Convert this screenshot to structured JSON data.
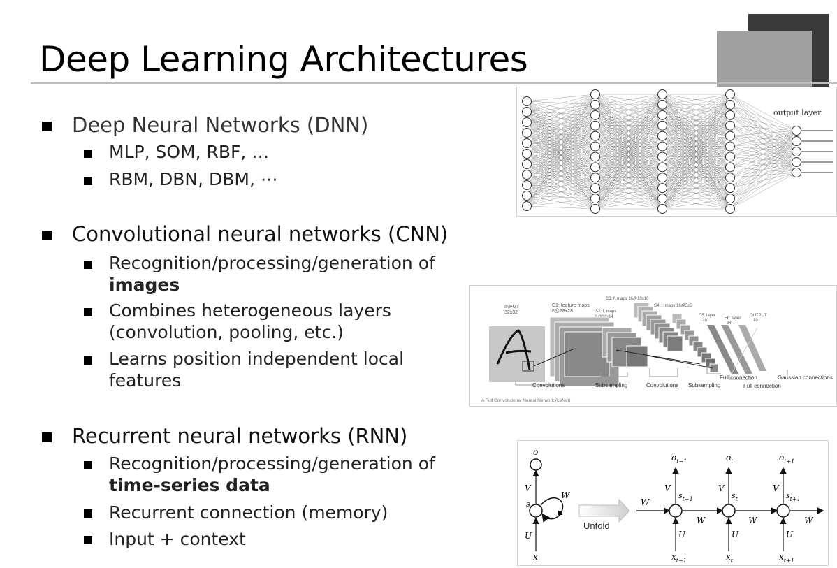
{
  "slide": {
    "title": "Deep Learning Architectures"
  },
  "sections": [
    {
      "heading": "Deep Neural Networks (DNN)",
      "items": [
        "MLP, SOM, RBF, …",
        "RBM, DBN, DBM, ⋯"
      ]
    },
    {
      "heading": "Convolutional neural networks (CNN)",
      "items": [
        {
          "line1": "Recognition/processing/generation of",
          "line2": "images"
        },
        {
          "line1": "Combines heterogeneous layers",
          "line2": "(convolution, pooling, etc.)"
        },
        {
          "line1": "Learns position independent local",
          "line2": "features"
        }
      ]
    },
    {
      "heading": "Recurrent neural networks (RNN)",
      "items": [
        {
          "line1": "Recognition/processing/generation of",
          "line2": "time-series data"
        },
        {
          "line1": "Recurrent connection (memory)"
        },
        {
          "line1": "Input + context"
        }
      ]
    }
  ],
  "figures": {
    "dnn": {
      "output_label": "output layer"
    },
    "cnn": {
      "input": "INPUT",
      "input_size": "32x32",
      "c1": "C1: feature maps",
      "c1_size": "6@28x28",
      "s2": "S2: f. maps",
      "s2_size": "6@14x14",
      "c3": "C3: f. maps 16@10x10",
      "s4": "S4: f. maps 16@5x5",
      "c5": "C5: layer",
      "c5_size": "120",
      "f6": "F6: layer",
      "f6_size": "84",
      "output": "OUTPUT",
      "output_size": "10",
      "convolutions_1": "Convolutions",
      "subsampling_1": "Subsampling",
      "convolutions_2": "Convolutions",
      "subsampling_2": "Subsampling",
      "full_connection_1": "Full connection",
      "full_connection_2": "Full connection",
      "gaussian": "Gaussian connections",
      "caption": "A Full Convolutional Neural Network (LeNet)"
    },
    "rnn": {
      "unfold": "Unfold",
      "o": "o",
      "s": "s",
      "x": "x",
      "V": "V",
      "U": "U",
      "W": "W",
      "o_prev": "o",
      "o_prev_sub": "t−1",
      "o_cur": "o",
      "o_cur_sub": "t",
      "o_next": "o",
      "o_next_sub": "t+1",
      "s_prev": "s",
      "s_prev_sub": "t−1",
      "s_cur": "s",
      "s_cur_sub": "t",
      "s_next": "s",
      "s_next_sub": "t+1",
      "x_prev": "x",
      "x_prev_sub": "t−1",
      "x_cur": "x",
      "x_cur_sub": "t",
      "x_next": "x",
      "x_next_sub": "t+1"
    }
  }
}
